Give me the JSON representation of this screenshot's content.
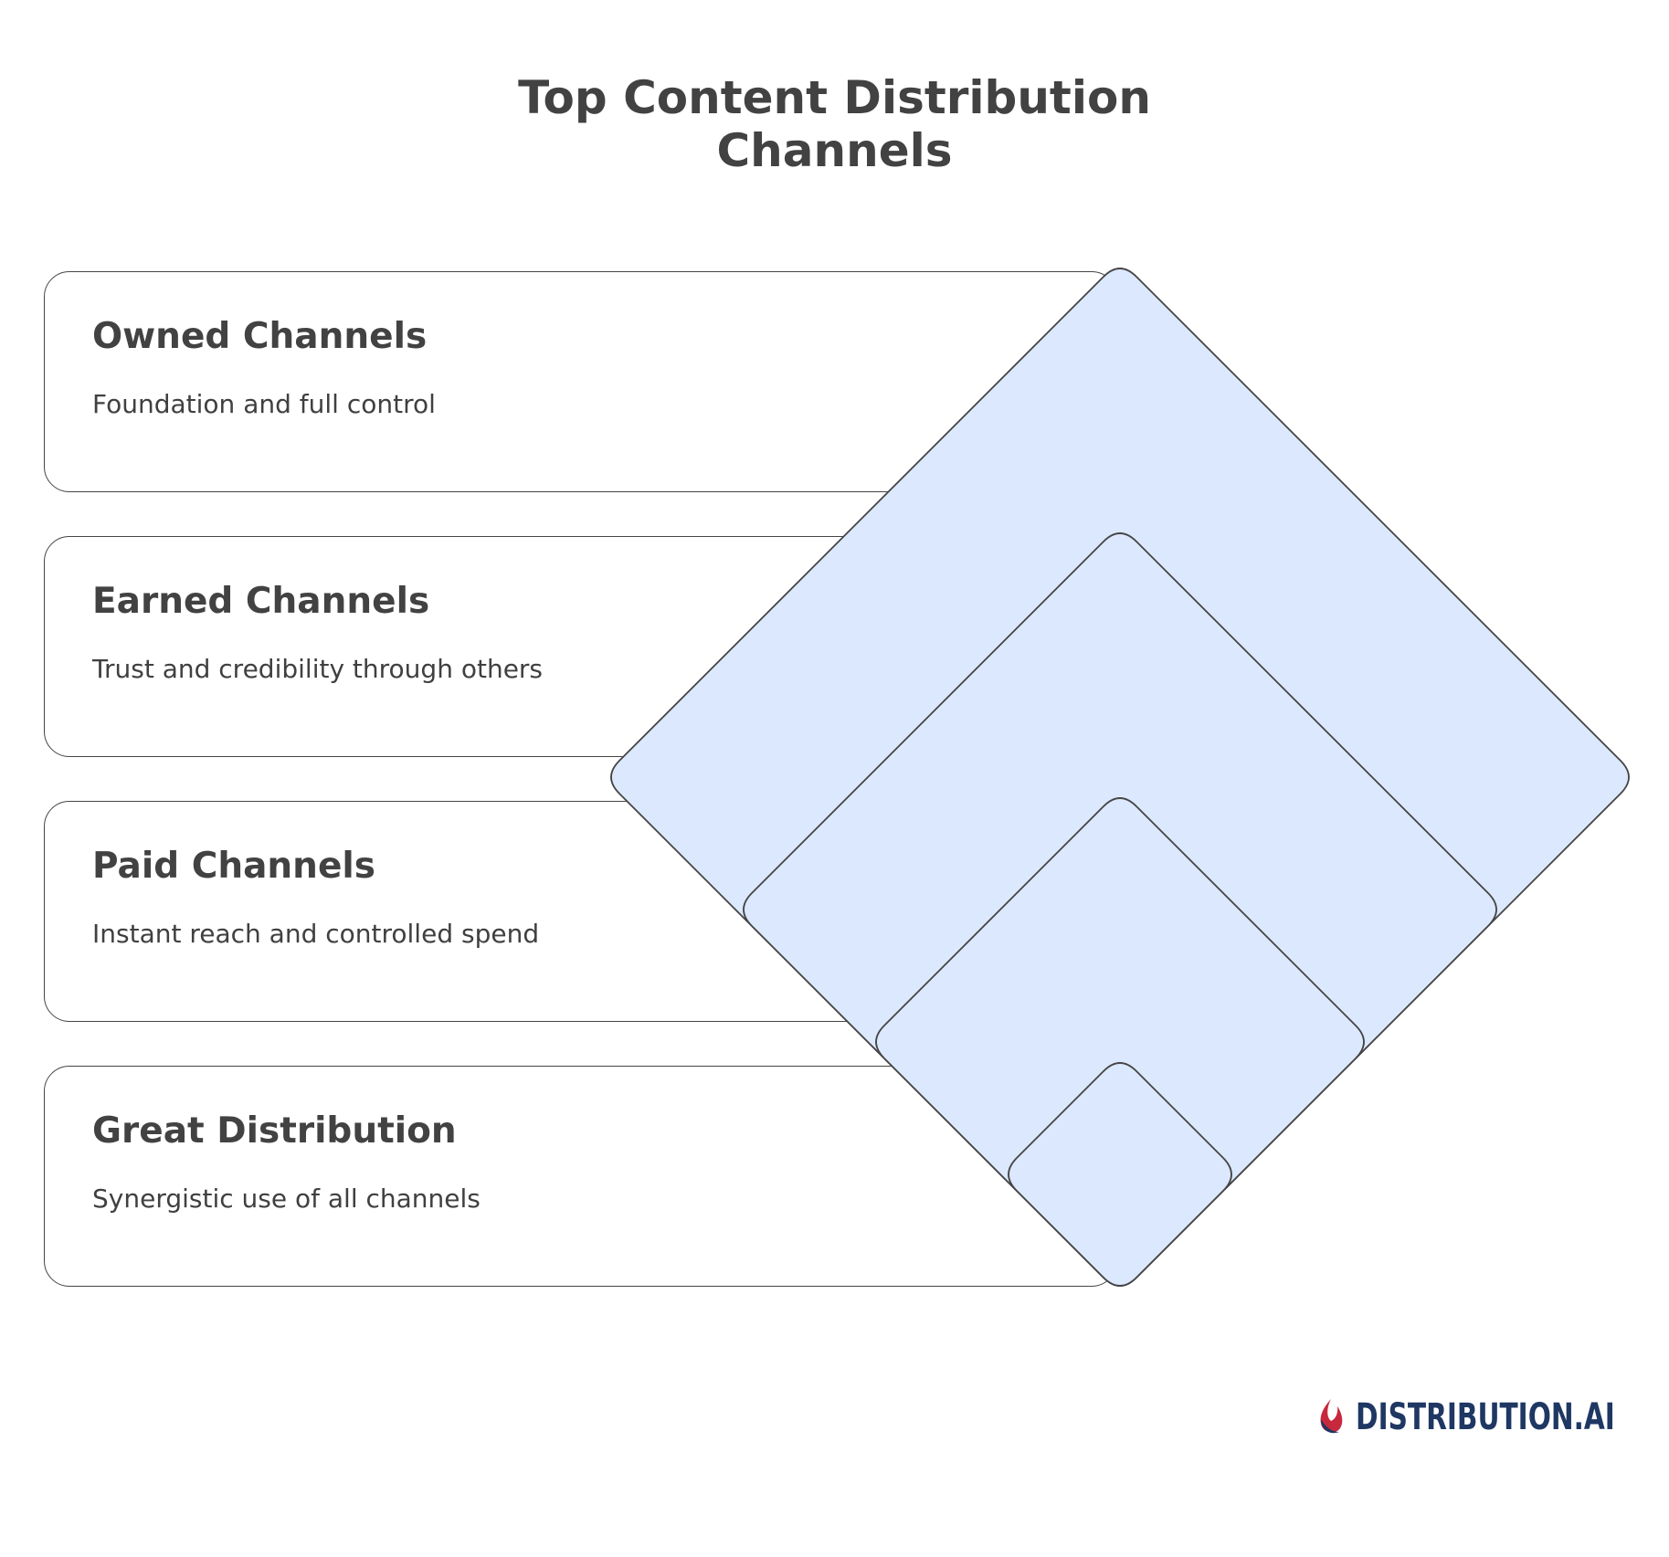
{
  "title": {
    "line1": "Top Content Distribution",
    "line2": "Channels"
  },
  "items": [
    {
      "title": "Owned Channels",
      "desc": "Foundation and full control"
    },
    {
      "title": "Earned Channels",
      "desc": "Trust and credibility through others"
    },
    {
      "title": "Paid Channels",
      "desc": "Instant reach and controlled spend"
    },
    {
      "title": "Great Distribution",
      "desc": "Synergistic use of all channels"
    }
  ],
  "colors": {
    "diamond_fill": "#dce8fd",
    "stroke": "#454545",
    "brand": "#1f3763",
    "brand_accent": "#c8283c"
  },
  "brand": {
    "name": "DISTRIBUTION.AI",
    "icon": "flame-logo-icon"
  }
}
